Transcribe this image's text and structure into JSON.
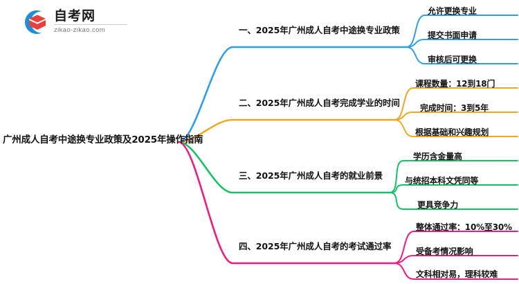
{
  "logo": {
    "title": "自考网",
    "domain": "zikao-zikao.com",
    "mark_icon": "graduation-cap-icon",
    "arc_color": "#1b8fd8",
    "cap_color": "#e8403a"
  },
  "mindmap": {
    "root": {
      "label": "广州成人自考中途换专业政策及2025年操作指南"
    },
    "branches": [
      {
        "label": "一、2025年广州成人自考中途换专业政策",
        "color": "#2f9ee8",
        "leaves": [
          "允许更换专业",
          "提交书面申请",
          "审核后可更换"
        ]
      },
      {
        "label": "二、2025年广州成人自考完成学业的时间",
        "color": "#f0a820",
        "leaves": [
          "课程数量：12到18门",
          "完成时间：3到5年",
          "根据基础和兴趣规划"
        ]
      },
      {
        "label": "三、2025年广州成人自考的就业前景",
        "color": "#13c267",
        "leaves": [
          "学历含金量高",
          "与统招本科文凭同等",
          "更具竞争力"
        ]
      },
      {
        "label": "四、2025年广州成人自考的考试通过率",
        "color": "#f5187e",
        "leaves": [
          "整体通过率：10%至30%",
          "受备考情况影响",
          "文科相对易，理科较难"
        ]
      }
    ]
  }
}
